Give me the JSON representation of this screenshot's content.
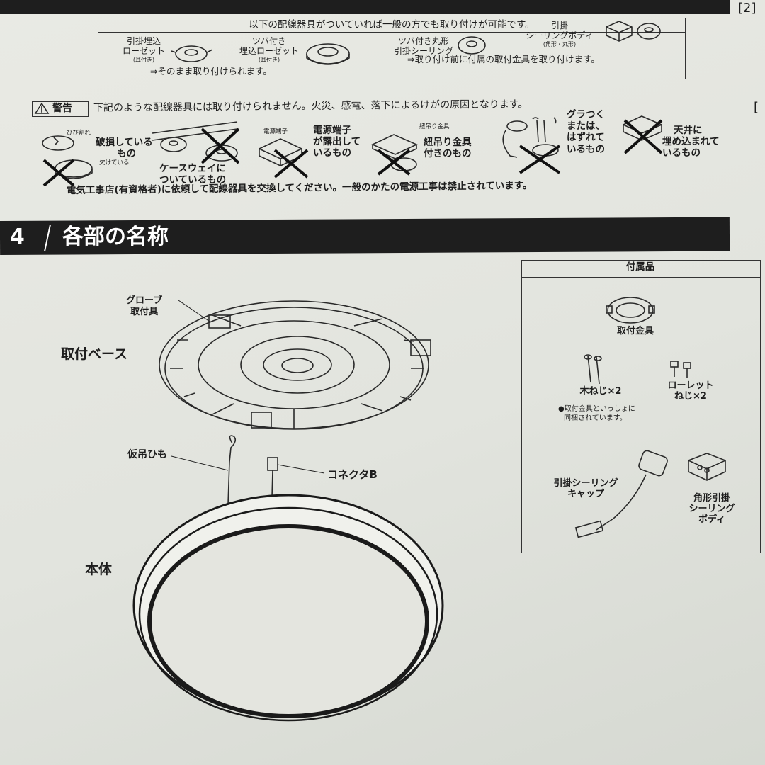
{
  "corner_right": "[2]",
  "corner_right2": "[",
  "compatible": {
    "heading": "以下の配線器具がついていれば一般の方でも取り付けが可能です。",
    "item1_line1": "引掛埋込",
    "item1_line2": "ローゼット",
    "item1_sub": "(耳付き)",
    "item2_line1": "ツバ付き",
    "item2_line2": "埋込ローゼット",
    "item2_sub": "(耳付き)",
    "left_note": "⇒そのまま取り付けられます。",
    "item3_line1": "ツバ付き丸形",
    "item3_line2": "引掛シーリング",
    "item4_line1": "引掛",
    "item4_line2": "シーリングボディ",
    "item4_sub": "(角形・丸形)",
    "right_note": "⇒取り付け前に付属の取付金具を取り付けます。"
  },
  "warning": {
    "label": "警告",
    "text": "下記のような配線器具には取り付けられません。火災、感電、落下によるけがの原因となります。",
    "crack": "ひび割れ",
    "damaged_line1": "破損している",
    "damaged_line2": "もの",
    "chipped": "欠けている",
    "caseway_line1": "ケースウェイに",
    "caseway_line2": "ついているもの",
    "terminal_small": "電源端子",
    "terminal_line1": "電源端子",
    "terminal_line2": "が露出して",
    "terminal_line3": "いるもの",
    "hook_small": "紐吊り金具",
    "hook_line1": "紐吊り金具",
    "hook_line2": "付きのもの",
    "loose_line1": "グラつく",
    "loose_line2": "または、",
    "loose_line3": "はずれて",
    "loose_line4": "いるもの",
    "embedded_line1": "天井に",
    "embedded_line2": "埋め込まれて",
    "embedded_line3": "いるもの",
    "footer": "電気工事店(有資格者)に依頼して配線器具を交換してください。一般のかたの電源工事は禁止されています。"
  },
  "section": {
    "number": "4",
    "title": "各部の名称"
  },
  "parts": {
    "globe_line1": "グローブ",
    "globe_line2": "取付具",
    "base": "取付ベース",
    "string": "仮吊ひも",
    "connector": "コネクタB",
    "body": "本体"
  },
  "accessories": {
    "title": "付属品",
    "bracket": "取付金具",
    "wood_screw": "木ねじ×2",
    "knurl_line1": "ローレット",
    "knurl_line2": "ねじ×2",
    "note_line1": "●取付金具といっしょに",
    "note_line2": "同梱されています。",
    "cap_line1": "引掛シーリング",
    "cap_line2": "キャップ",
    "square_line1": "角形引掛",
    "square_line2": "シーリング",
    "square_line3": "ボディ"
  },
  "colors": {
    "paper": "#e6e7e1",
    "ink": "#1d1d1d",
    "bar": "#1e1e1e"
  }
}
